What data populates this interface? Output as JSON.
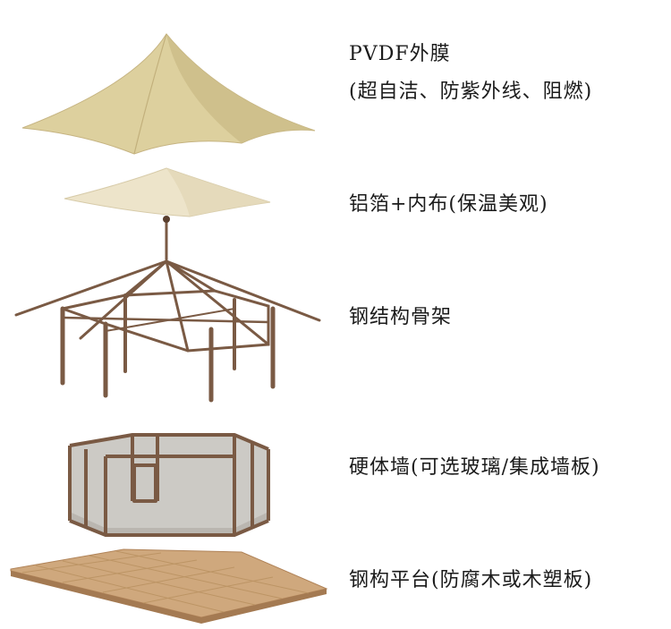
{
  "layers": [
    {
      "id": "membrane",
      "lines": [
        "PVDF外膜",
        "(超自洁、防紫外线、阻燃)"
      ]
    },
    {
      "id": "lining",
      "lines": [
        "铝箔+内布(保温美观)"
      ]
    },
    {
      "id": "frame",
      "lines": [
        "钢结构骨架"
      ]
    },
    {
      "id": "wall",
      "lines": [
        "硬体墙(可选玻璃/集成墙板)"
      ]
    },
    {
      "id": "platform",
      "lines": [
        "钢构平台(防腐木或木塑板)"
      ]
    }
  ],
  "colors": {
    "membrane": "#ddd09e",
    "membrane_shadow": "#c4b381",
    "lining": "#ede4ca",
    "frame": "#7a5a44",
    "wall_panel": "#a39e96",
    "wood": "#cfa87d",
    "text": "#1b1b1b"
  }
}
